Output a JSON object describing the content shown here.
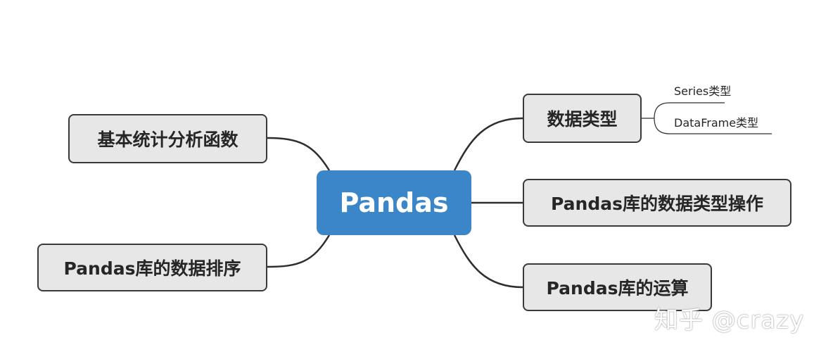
{
  "root": {
    "label": "Pandas",
    "color": "#3a86c8"
  },
  "left_branches": [
    {
      "label": "基本统计分析函数"
    },
    {
      "label": "Pandas库的数据排序"
    }
  ],
  "right_branches": [
    {
      "label": "数据类型",
      "children": [
        "Series类型",
        "DataFrame类型"
      ]
    },
    {
      "label": "Pandas库的数据类型操作"
    },
    {
      "label": "Pandas库的运算"
    }
  ],
  "watermark": {
    "text": "知乎 @crazy"
  }
}
